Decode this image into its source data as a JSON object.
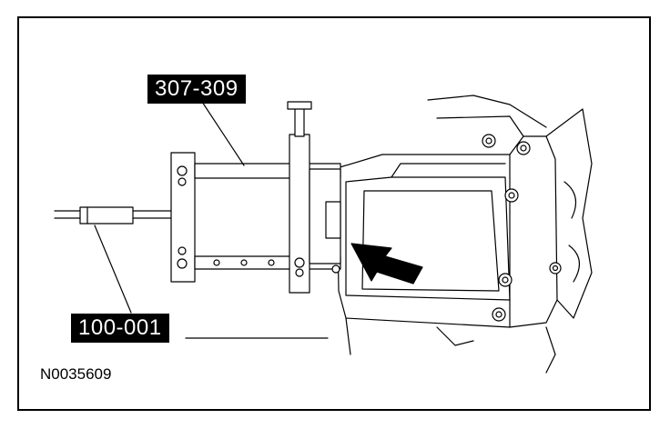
{
  "figure": {
    "callouts": {
      "tool_upper": "307-309",
      "tool_lower": "100-001"
    },
    "figure_id": "N0035609"
  }
}
